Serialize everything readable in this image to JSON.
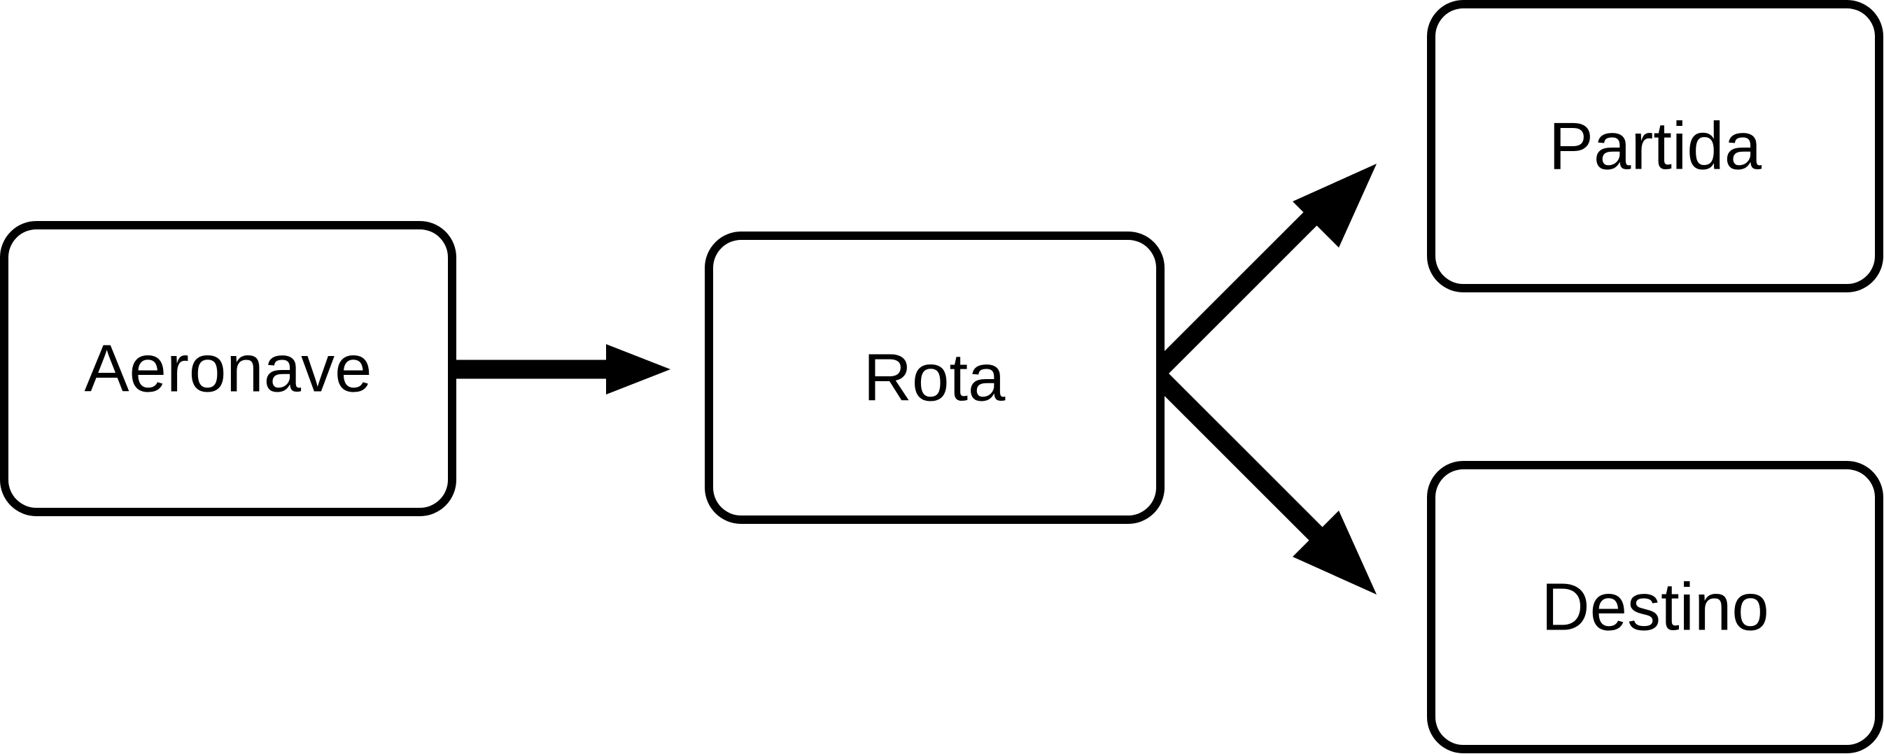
{
  "diagram": {
    "nodes": [
      {
        "id": "aeronave",
        "label": "Aeronave"
      },
      {
        "id": "rota",
        "label": "Rota"
      },
      {
        "id": "partida",
        "label": "Partida"
      },
      {
        "id": "destino",
        "label": "Destino"
      }
    ],
    "edges": [
      {
        "from": "aeronave",
        "to": "rota"
      },
      {
        "from": "rota",
        "to": "partida"
      },
      {
        "from": "rota",
        "to": "destino"
      }
    ]
  }
}
